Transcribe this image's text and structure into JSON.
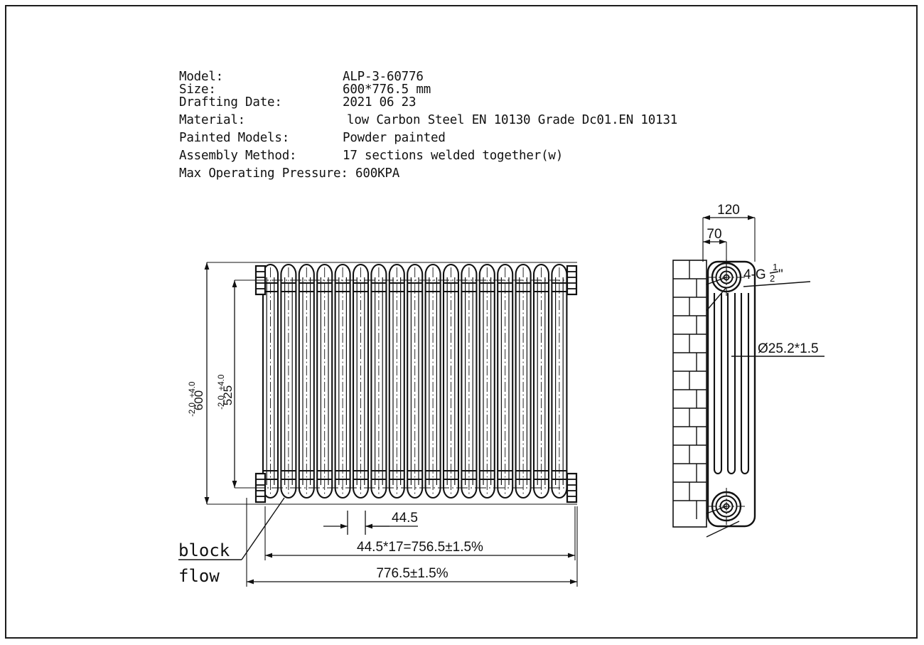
{
  "document": {
    "type": "technical-drawing",
    "subject": "column radiator"
  },
  "specs": {
    "rows": [
      {
        "label": "Model:",
        "value": "ALP-3-60776"
      },
      {
        "label": "Size:",
        "value": "600*776.5 mm"
      },
      {
        "label": "Drafting Date:",
        "value": "2021 06 23"
      },
      {
        "label": "Material:",
        "value": "low Carbon Steel  EN 10130 Grade Dc01.EN 10131"
      },
      {
        "label": "Painted Models:",
        "value": "Powder painted"
      },
      {
        "label": "Assembly Method:",
        "value": "17 sections welded together(w)"
      }
    ],
    "pressure_line": "Max Operating Pressure: 600KPA"
  },
  "front_view": {
    "height_overall": {
      "base": "600",
      "plus": "+4.0",
      "minus": "-2.0"
    },
    "height_center": {
      "base": "525",
      "plus": "+4.0",
      "minus": "-2.0"
    },
    "pitch": "44.5",
    "total_sections": "44.5*17=756.5±1.5%",
    "overall_width": "776.5±1.5%",
    "section_count": 17,
    "callouts": {
      "block": "block",
      "flow": "flow"
    }
  },
  "side_view": {
    "depth_overall": "120",
    "depth_inner": "70",
    "tube_spec": "Ø25.2*1.5",
    "connection_prefix": "4-G",
    "connection_numerator": "1",
    "connection_denominator": "2",
    "connection_suffix": "\""
  },
  "colors": {
    "line": "#111111",
    "frame": "#1c1c1c",
    "background": "#ffffff"
  }
}
